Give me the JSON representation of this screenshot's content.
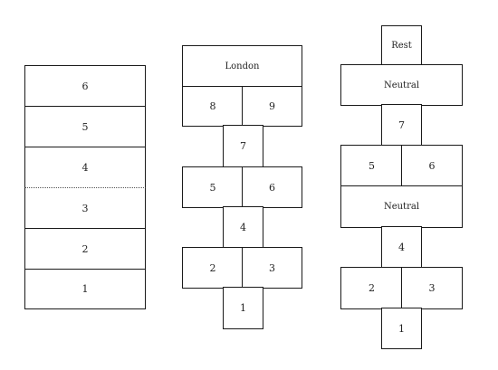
{
  "left": {
    "cells": [
      "6",
      "5",
      "4",
      "3",
      "2",
      "1"
    ]
  },
  "middle": {
    "top": "London",
    "row_8_9": [
      "8",
      "9"
    ],
    "seven": "7",
    "row_5_6": [
      "5",
      "6"
    ],
    "four": "4",
    "row_2_3": [
      "2",
      "3"
    ],
    "one": "1"
  },
  "right": {
    "top": "Rest",
    "neutral_top": "Neutral",
    "seven": "7",
    "row_5_6": [
      "5",
      "6"
    ],
    "neutral_mid": "Neutral",
    "four": "4",
    "row_2_3": [
      "2",
      "3"
    ],
    "one": "1"
  }
}
